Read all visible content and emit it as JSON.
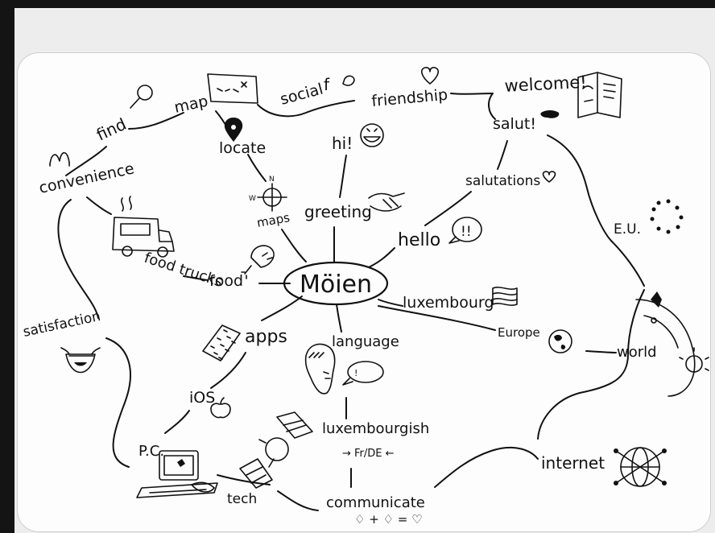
{
  "center": "Möien",
  "nodes": {
    "find": "find",
    "map": "map",
    "social": "social",
    "friendship": "friendship",
    "welcome": "welcome!",
    "salut": "salut!",
    "locate": "locate",
    "hi": "hi!",
    "convenience": "convenience",
    "salutations": "salutations",
    "maps": "maps",
    "greeting": "greeting",
    "hello": "hello",
    "eu": "E.U.",
    "food_trucks": "food trucks",
    "food": "food",
    "luxembourg": "luxembourg",
    "satisfaction": "satisfaction",
    "apps": "apps",
    "language": "language",
    "europe": "Europe",
    "world": "world",
    "ios": "iOS",
    "luxembourgish": "luxembourgish",
    "fr_de": "→ Fr/DE ←",
    "pc": "P.C.",
    "internet": "internet",
    "tech": "tech",
    "communicate": "communicate",
    "communicate_eq": "♢ + ♢ = ♡",
    "speech_bubble": "!!",
    "speech_small": "!"
  },
  "colors": {
    "ink": "#111111",
    "paper": "#fdfdfd",
    "background": "#ededed",
    "binder": "#141414"
  }
}
